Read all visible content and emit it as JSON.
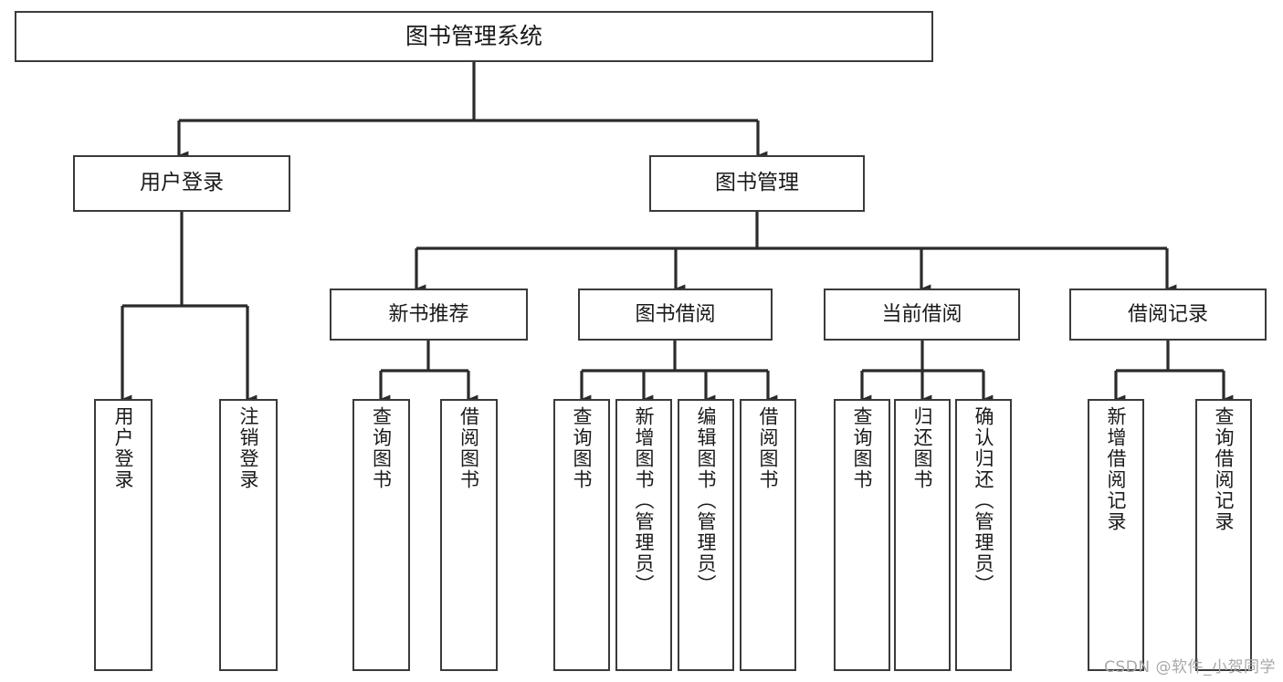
{
  "diagram": {
    "type": "tree-hierarchy",
    "title": "图书管理系统",
    "watermark": "CSDN @软件_小贺同学",
    "colors": {
      "box_border": "#3a3a3a",
      "box_fill": "#ffffff",
      "connector": "#2b2b2b",
      "text": "#1a1a1a",
      "watermark": "#a8a8a8"
    },
    "nodes": {
      "root": {
        "label": "图书管理系统",
        "level": 0,
        "orientation": "horizontal"
      },
      "user_login": {
        "label": "用户登录",
        "level": 1,
        "orientation": "horizontal"
      },
      "book_manage": {
        "label": "图书管理",
        "level": 1,
        "orientation": "horizontal"
      },
      "new_book_rec": {
        "label": "新书推荐",
        "level": 2,
        "orientation": "horizontal"
      },
      "book_borrow": {
        "label": "图书借阅",
        "level": 2,
        "orientation": "horizontal"
      },
      "current_borrow": {
        "label": "当前借阅",
        "level": 2,
        "orientation": "horizontal"
      },
      "borrow_record": {
        "label": "借阅记录",
        "level": 2,
        "orientation": "horizontal"
      },
      "leaf_user_login": {
        "label": "用户登录",
        "level": 3,
        "orientation": "vertical"
      },
      "leaf_logout": {
        "label": "注销登录",
        "level": 3,
        "orientation": "vertical"
      },
      "leaf_query_book_1": {
        "label": "查询图书",
        "level": 3,
        "orientation": "vertical"
      },
      "leaf_borrow_book_1": {
        "label": "借阅图书",
        "level": 3,
        "orientation": "vertical"
      },
      "leaf_query_book_2": {
        "label": "查询图书",
        "level": 3,
        "orientation": "vertical"
      },
      "leaf_add_book": {
        "label": "新增图书（管理员）",
        "level": 3,
        "orientation": "vertical"
      },
      "leaf_edit_book": {
        "label": "编辑图书（管理员）",
        "level": 3,
        "orientation": "vertical"
      },
      "leaf_borrow_book_2": {
        "label": "借阅图书",
        "level": 3,
        "orientation": "vertical"
      },
      "leaf_query_book_3": {
        "label": "查询图书",
        "level": 3,
        "orientation": "vertical"
      },
      "leaf_return_book": {
        "label": "归还图书",
        "level": 3,
        "orientation": "vertical"
      },
      "leaf_confirm_return": {
        "label": "确认归还（管理员）",
        "level": 3,
        "orientation": "vertical"
      },
      "leaf_add_record": {
        "label": "新增借阅记录",
        "level": 3,
        "orientation": "vertical"
      },
      "leaf_query_record": {
        "label": "查询借阅记录",
        "level": 3,
        "orientation": "vertical"
      }
    },
    "edges": [
      {
        "from": "root",
        "to": "user_login"
      },
      {
        "from": "root",
        "to": "book_manage"
      },
      {
        "from": "book_manage",
        "to": "new_book_rec"
      },
      {
        "from": "book_manage",
        "to": "book_borrow"
      },
      {
        "from": "book_manage",
        "to": "current_borrow"
      },
      {
        "from": "book_manage",
        "to": "borrow_record"
      },
      {
        "from": "user_login",
        "to": "leaf_user_login"
      },
      {
        "from": "user_login",
        "to": "leaf_logout"
      },
      {
        "from": "new_book_rec",
        "to": "leaf_query_book_1"
      },
      {
        "from": "new_book_rec",
        "to": "leaf_borrow_book_1"
      },
      {
        "from": "book_borrow",
        "to": "leaf_query_book_2"
      },
      {
        "from": "book_borrow",
        "to": "leaf_add_book"
      },
      {
        "from": "book_borrow",
        "to": "leaf_edit_book"
      },
      {
        "from": "book_borrow",
        "to": "leaf_borrow_book_2"
      },
      {
        "from": "current_borrow",
        "to": "leaf_query_book_3"
      },
      {
        "from": "current_borrow",
        "to": "leaf_return_book"
      },
      {
        "from": "current_borrow",
        "to": "leaf_confirm_return"
      },
      {
        "from": "borrow_record",
        "to": "leaf_add_record"
      },
      {
        "from": "borrow_record",
        "to": "leaf_query_record"
      }
    ]
  }
}
